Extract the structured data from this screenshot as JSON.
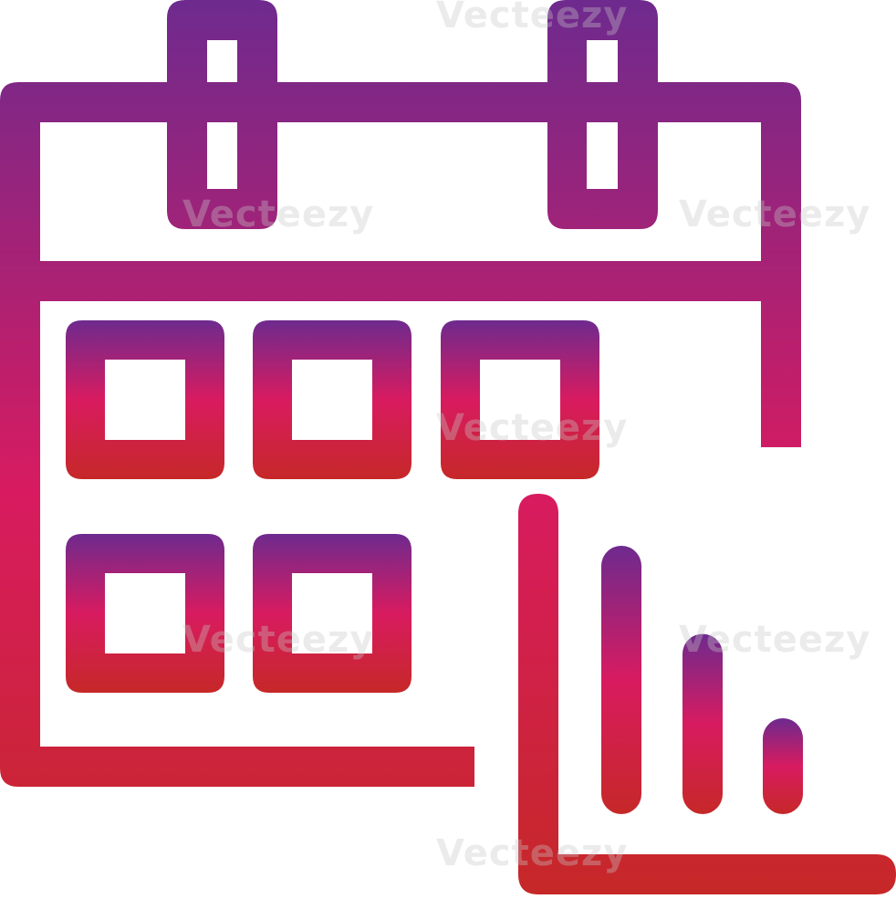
{
  "icon": {
    "name": "calendar-bar-chart-icon",
    "gradient": {
      "top": "#6E2A8E",
      "middle": "#D81B60",
      "bottom": "#C62828"
    },
    "background": "#ffffff"
  },
  "watermark": {
    "text": "Vecteezy",
    "color": "#c8c8c8"
  },
  "chart": {
    "type": "bar",
    "bar_levels": [
      0.7,
      0.47,
      0.25
    ],
    "trend": "decreasing"
  }
}
